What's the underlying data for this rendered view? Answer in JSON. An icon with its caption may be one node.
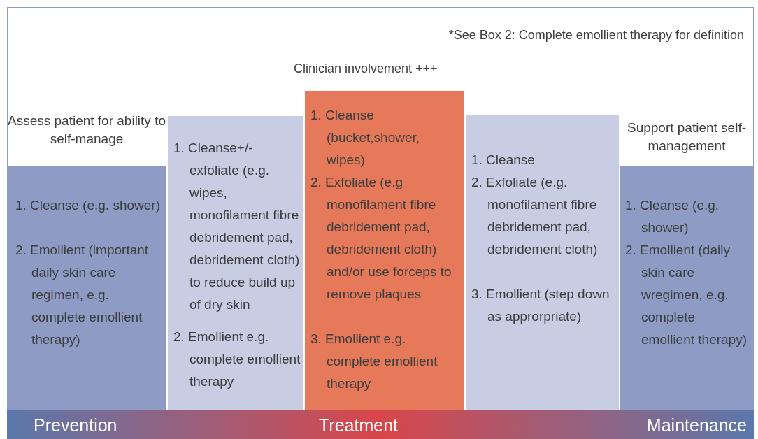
{
  "diagram": {
    "nodes": [
      {
        "text": [
          "Assess patient for ability to self-manage",
          "1. Cleanse (e.g. shower)",
          "2. Emollient (important daily skin care regimen, e.g. complete emollient therapy)"
        ]
      },
      {
        "text": [
          "1. Cleanse+/- exfoliate (e.g. wipes, monofilament fibre debridement pad, debridement cloth) to reduce build up of dry skin",
          "2. Emollient e.g. complete emollient therapy"
        ]
      },
      {
        "text": [
          "1. Cleanse (bucket,shower, wipes)",
          "2. Exfoliate (e.g monofilament fibre debridement pad, debridement cloth) and/or use forceps to remove plaques",
          "3. Emollient e.g. complete emollient therapy"
        ]
      },
      {
        "text": [
          "1. Cleanse",
          "2. Exfoliate (e.g. monofilament fibre debridement pad, debridement cloth)",
          "3. Emollient (step down as approrpriate)"
        ]
      },
      {
        "text": [
          "Support patient self-management",
          "1. Cleanse (e.g. shower)",
          "2. Emollient (daily skin care wregimen, e.g. complete emollient therapy)"
        ]
      },
      {
        "text": [
          "Prevention",
          "Treatment",
          "Maintenance"
        ]
      }
    ],
    "labels": [
      "*See Box 2: Complete emollient therapy for definition",
      "Clinician involvement +++"
    ]
  }
}
